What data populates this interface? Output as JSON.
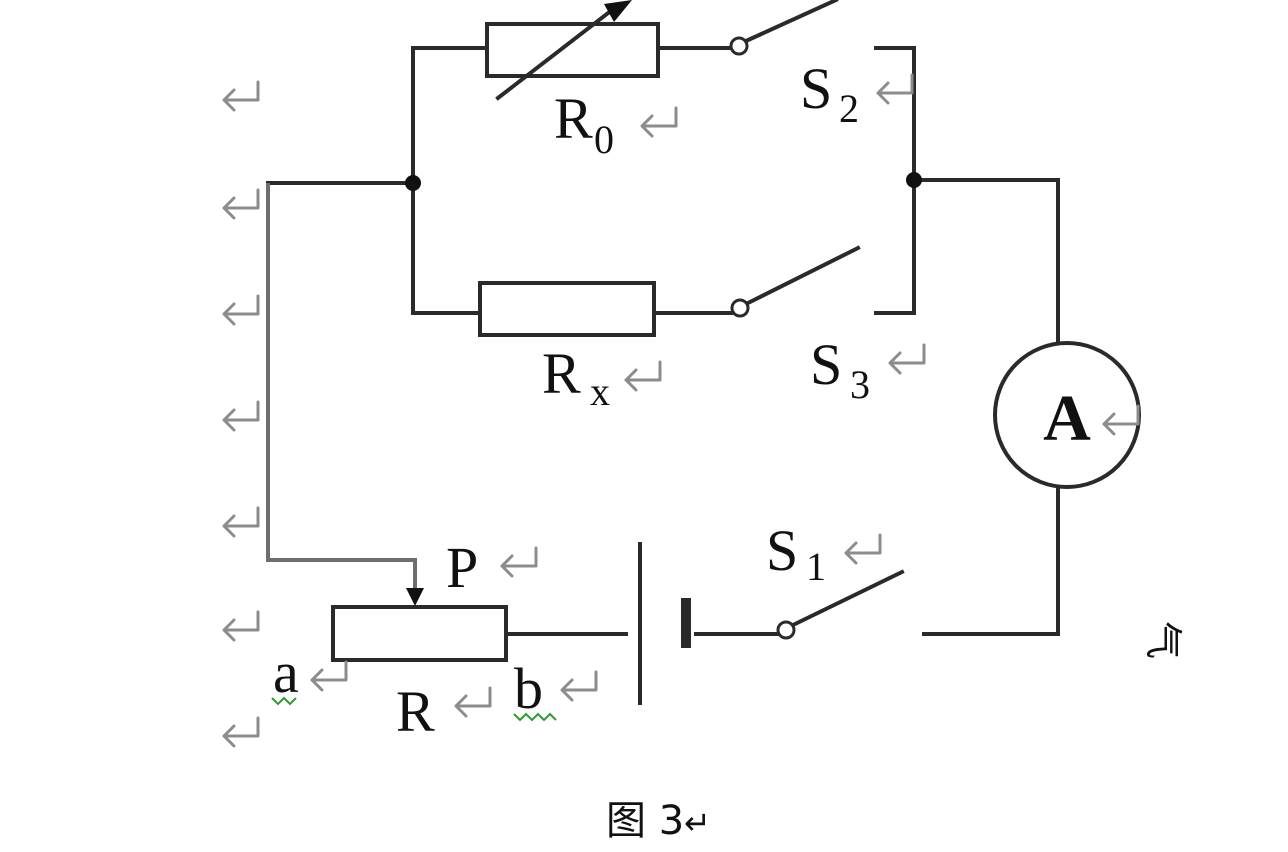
{
  "labels": {
    "r0": {
      "main": "R",
      "sub": "0"
    },
    "rx": {
      "main": "R",
      "sub": "x"
    },
    "s1": {
      "main": "S",
      "sub": "1"
    },
    "s2": {
      "main": "S",
      "sub": "2"
    },
    "s3": {
      "main": "S",
      "sub": "3"
    },
    "ammeter": "A",
    "slider": "P",
    "rheostat": "R",
    "end_a": "a",
    "end_b": "b"
  },
  "caption": "图 3",
  "side_fragment": "气",
  "return_mark": "↵"
}
